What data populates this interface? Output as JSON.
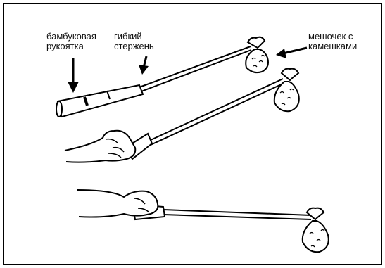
{
  "labels": {
    "handle_line1": "бамбуковая",
    "handle_line2": "рукоятка",
    "rod_line1": "гибкий",
    "rod_line2": "стержень",
    "bag_line1": "мешочек с",
    "bag_line2": "камешками"
  }
}
